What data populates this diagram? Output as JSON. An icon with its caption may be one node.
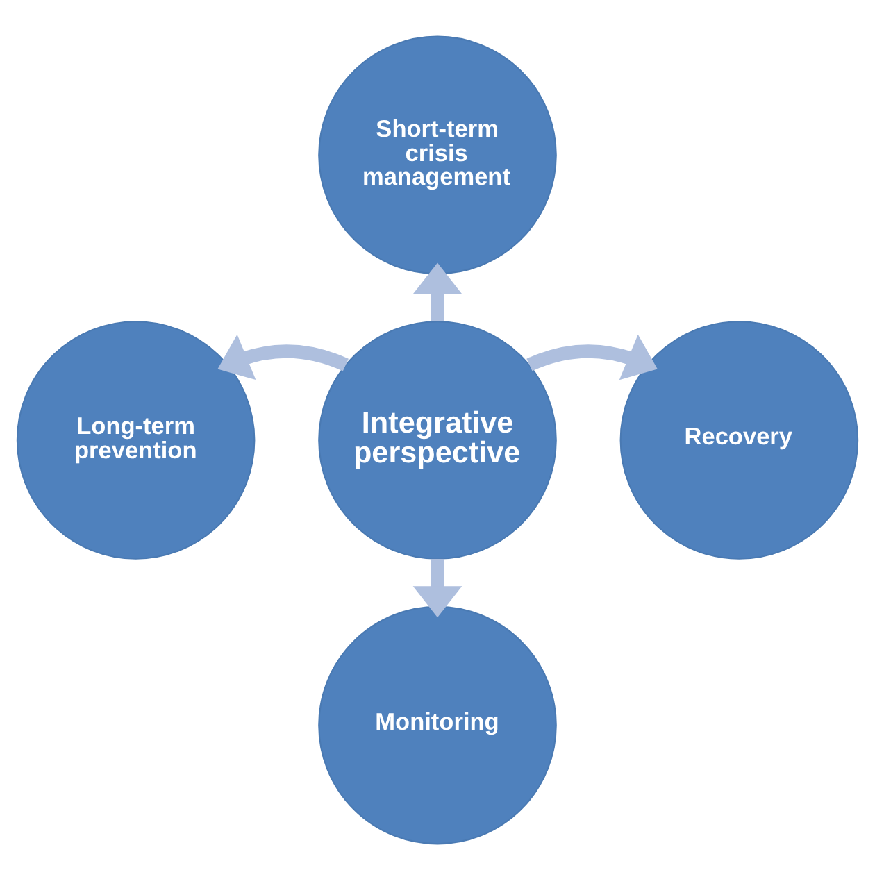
{
  "diagram": {
    "nodes": [
      {
        "text": [
          "Short-term crisis management"
        ]
      },
      {
        "text": [
          "Long-term prevention"
        ]
      },
      {
        "text": [
          "Integrative perspective"
        ]
      },
      {
        "text": [
          "Recovery"
        ]
      },
      {
        "text": [
          "Monitoring"
        ]
      }
    ],
    "edges": [
      {
        "from": 2,
        "to": 0,
        "arrow": "to"
      },
      {
        "from": 2,
        "to": 1,
        "arrow": "to"
      },
      {
        "from": 2,
        "to": 3,
        "arrow": "to"
      },
      {
        "from": 2,
        "to": 4,
        "arrow": "to"
      }
    ]
  }
}
